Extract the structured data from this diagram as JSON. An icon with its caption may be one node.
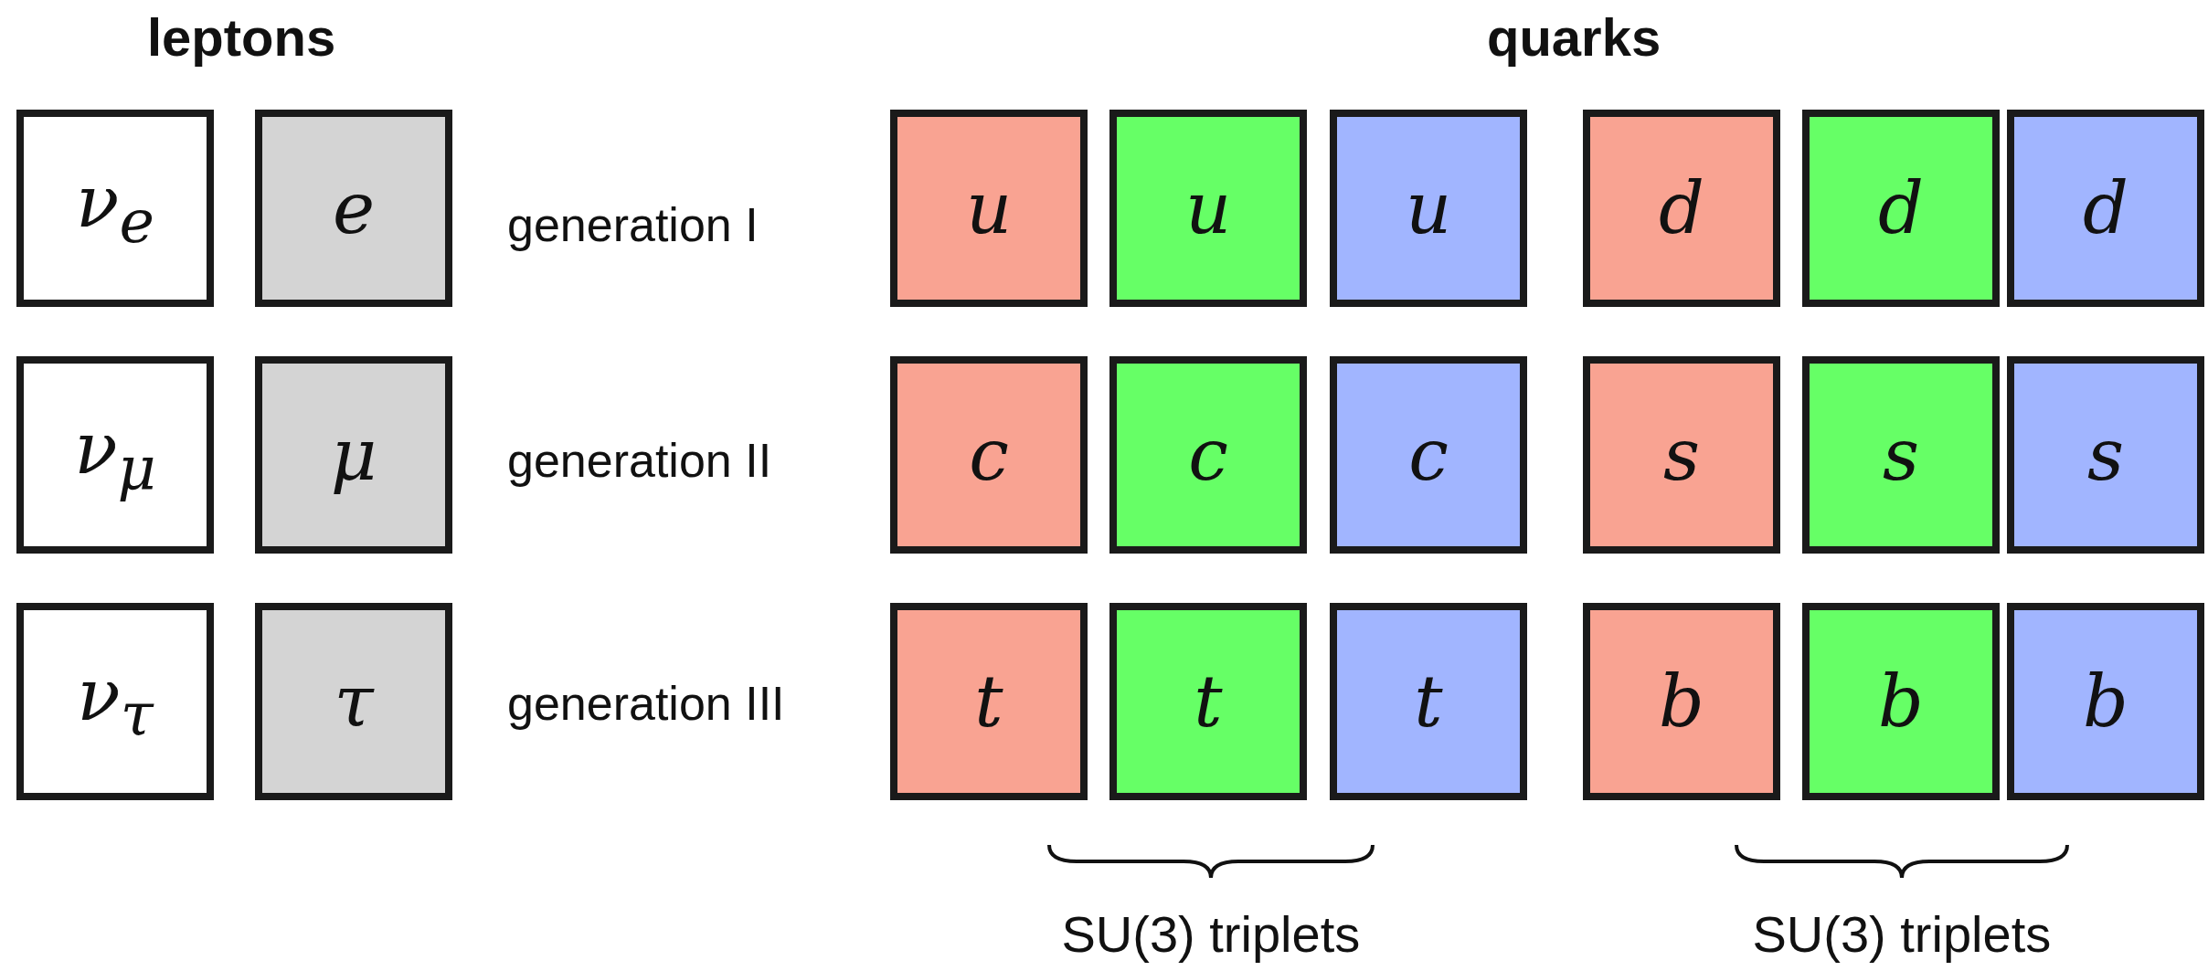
{
  "diagram": {
    "nodes": [
      {
        "text": [
          "ν$_{e}$"
        ]
      },
      {
        "text": [
          "e"
        ]
      },
      {
        "text": [
          "u"
        ]
      },
      {
        "text": [
          "u"
        ]
      },
      {
        "text": [
          "u"
        ]
      },
      {
        "text": [
          "d"
        ]
      },
      {
        "text": [
          "d"
        ]
      },
      {
        "text": [
          "d"
        ]
      },
      {
        "text": [
          "ν$_{μ}$"
        ]
      },
      {
        "text": [
          "μ"
        ]
      },
      {
        "text": [
          "c"
        ]
      },
      {
        "text": [
          "c"
        ]
      },
      {
        "text": [
          "c"
        ]
      },
      {
        "text": [
          "s"
        ]
      },
      {
        "text": [
          "s"
        ]
      },
      {
        "text": [
          "s"
        ]
      },
      {
        "text": [
          "ν$_{τ}$"
        ]
      },
      {
        "text": [
          "τ"
        ]
      },
      {
        "text": [
          "t"
        ]
      },
      {
        "text": [
          "t"
        ]
      },
      {
        "text": [
          "t"
        ]
      },
      {
        "text": [
          "b"
        ]
      },
      {
        "text": [
          "b"
        ]
      },
      {
        "text": [
          "b"
        ]
      }
    ],
    "edges": [],
    "labels": [
      "leptons",
      "quarks",
      "generation I",
      "generation II",
      "generation III",
      "SU(3) triplets",
      "SU(3) triplets"
    ]
  }
}
